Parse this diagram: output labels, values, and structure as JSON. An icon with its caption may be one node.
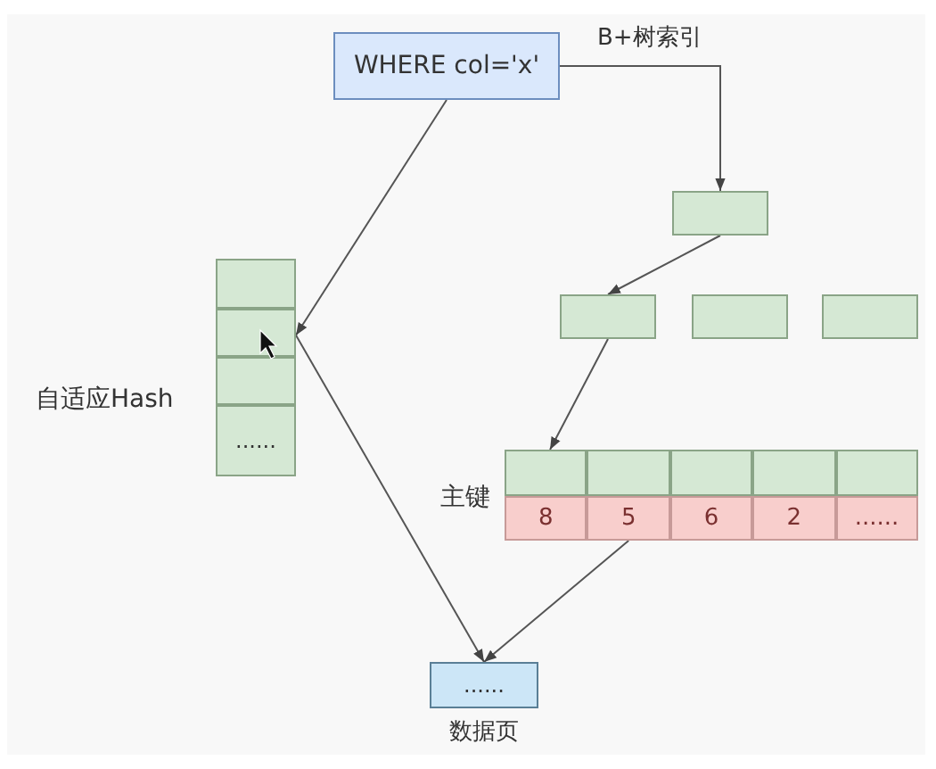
{
  "diagram": {
    "nodes": [
      {
        "text": [
          "WHERE col='x'"
        ]
      },
      {
        "text": [
          "自适应Hash"
        ]
      },
      {
        "text": [],
        "shape": "box",
        "in": 1
      },
      {
        "text": [],
        "shape": "box",
        "in": 1
      },
      {
        "text": [],
        "shape": "box",
        "in": 1
      },
      {
        "text": [
          "......"
        ],
        "in": 1
      },
      {
        "text": [],
        "shape": "box"
      },
      {
        "text": [],
        "shape": "box"
      },
      {
        "text": [],
        "shape": "box"
      },
      {
        "text": [],
        "shape": "box"
      },
      {
        "text": [
          "主键"
        ]
      },
      {
        "text": [],
        "shape": "box",
        "in": 10
      },
      {
        "text": [],
        "shape": "box",
        "in": 10
      },
      {
        "text": [],
        "shape": "box",
        "in": 10
      },
      {
        "text": [],
        "shape": "box",
        "in": 10
      },
      {
        "text": [],
        "shape": "box",
        "in": 10
      },
      {
        "text": [
          "8"
        ],
        "in": 10
      },
      {
        "text": [
          "5"
        ],
        "in": 10
      },
      {
        "text": [
          "6"
        ],
        "in": 10
      },
      {
        "text": [
          "2"
        ],
        "in": 10
      },
      {
        "text": [
          "......"
        ],
        "in": 10
      },
      {
        "text": [
          "......"
        ],
        "beside": [
          "数据页"
        ]
      }
    ],
    "edges": [
      {
        "from": 0,
        "to": 6,
        "arrow": "to",
        "label": "B+树索引"
      },
      {
        "from": 6,
        "to": 7,
        "arrow": "to"
      },
      {
        "from": 7,
        "to": 11,
        "arrow": "to"
      },
      {
        "from": 0,
        "to": 3,
        "arrow": "to"
      },
      {
        "from": 3,
        "to": 21,
        "arrow": "to"
      },
      {
        "from": 17,
        "to": 21,
        "arrow": "to"
      }
    ]
  }
}
